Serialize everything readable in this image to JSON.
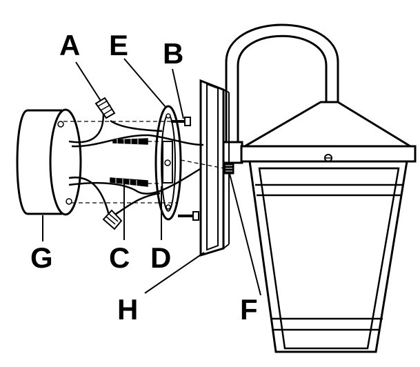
{
  "diagram": {
    "labels": {
      "A": "A",
      "B": "B",
      "C": "C",
      "D": "D",
      "E": "E",
      "F": "F",
      "G": "G",
      "H": "H"
    }
  }
}
